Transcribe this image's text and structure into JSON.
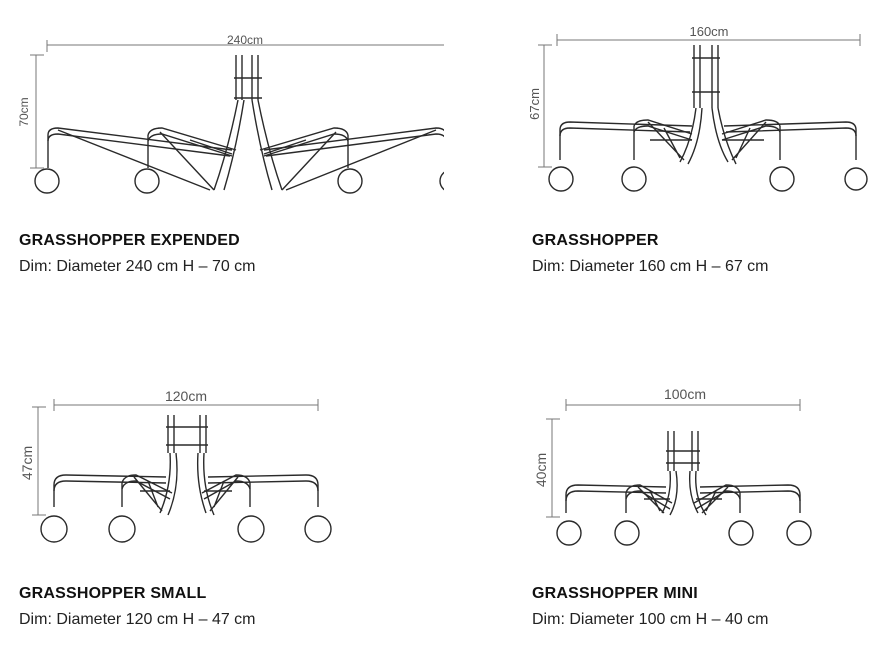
{
  "products": [
    {
      "title": "GRASSHOPPER EXPENDED",
      "dims": "Dim: Diameter 240 cm H – 70 cm",
      "width_label": "240cm",
      "height_label": "70cm"
    },
    {
      "title": "GRASSHOPPER",
      "dims": "Dim: Diameter 160 cm H – 67 cm",
      "width_label": "160cm",
      "height_label": "67cm"
    },
    {
      "title": "GRASSHOPPER SMALL",
      "dims": "Dim: Diameter 120 cm H – 47 cm",
      "width_label": "120cm",
      "height_label": "47cm"
    },
    {
      "title": "GRASSHOPPER MINI",
      "dims": "Dim: Diameter 100 cm H – 40 cm",
      "width_label": "100cm",
      "height_label": "40cm"
    }
  ],
  "colors": {
    "line": "#2a2a2a",
    "dim_line": "#777777",
    "text": "#111111"
  }
}
